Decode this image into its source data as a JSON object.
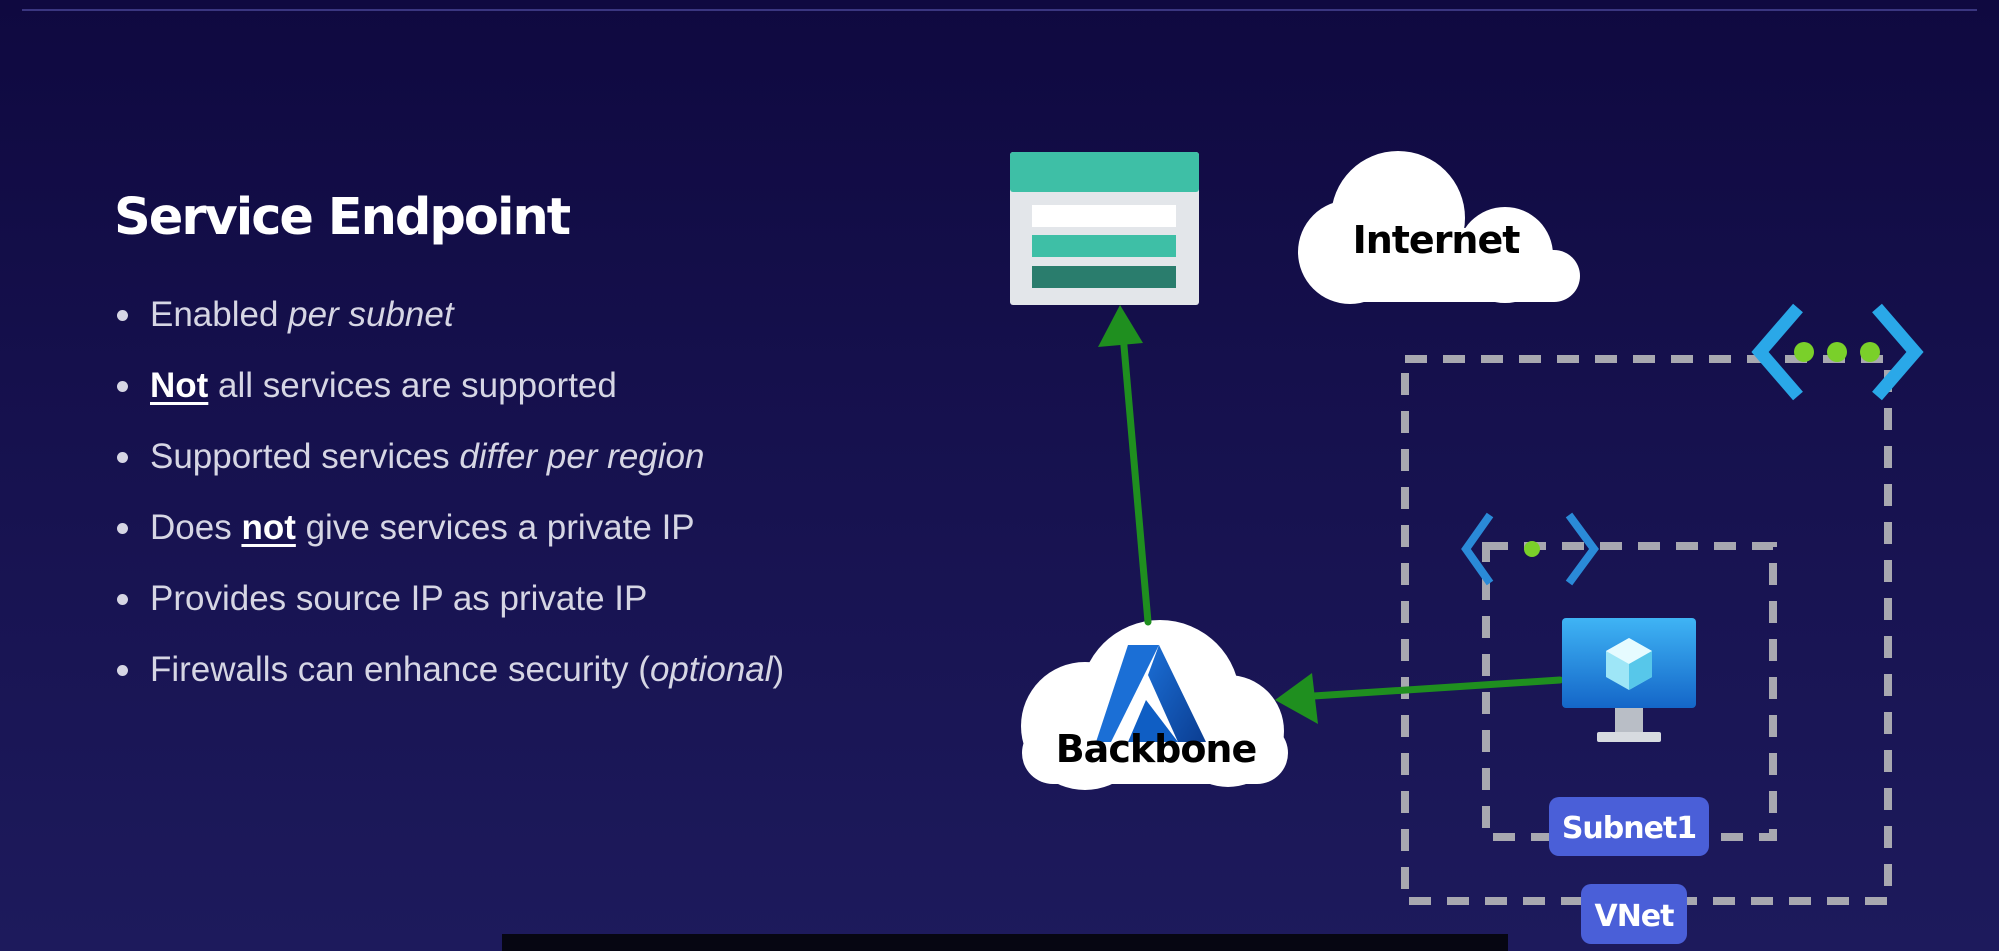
{
  "slide": {
    "title": "Service Endpoint",
    "bullets": [
      {
        "parts": [
          {
            "text": "Enabled ",
            "style": "normal"
          },
          {
            "text": "per subnet",
            "style": "italic"
          }
        ]
      },
      {
        "parts": [
          {
            "text": "Not",
            "style": "underline"
          },
          {
            "text": " all services are supported",
            "style": "normal"
          }
        ]
      },
      {
        "parts": [
          {
            "text": "Supported services ",
            "style": "normal"
          },
          {
            "text": "differ per region",
            "style": "italic"
          }
        ]
      },
      {
        "parts": [
          {
            "text": "Does ",
            "style": "normal"
          },
          {
            "text": "not",
            "style": "underline"
          },
          {
            "text": " give services a private IP",
            "style": "normal"
          }
        ]
      },
      {
        "parts": [
          {
            "text": "Provides source IP as private IP",
            "style": "normal"
          }
        ]
      },
      {
        "parts": [
          {
            "text": "Firewalls can enhance security (",
            "style": "normal"
          },
          {
            "text": "optional",
            "style": "italic"
          },
          {
            "text": ")",
            "style": "normal"
          }
        ]
      }
    ]
  },
  "diagram": {
    "internet_label": "Internet",
    "backbone_label": "Backbone",
    "subnet_label": "Subnet1",
    "vnet_label": "VNet",
    "icons": [
      "storage-table-icon",
      "cloud-icon",
      "azure-logo-icon",
      "virtual-machine-icon",
      "vnet-peering-icon",
      "subnet-icon"
    ],
    "colors": {
      "arrow": "#1f8f1f",
      "dashed_border": "#a8a8b0",
      "label_badge": "#4a5fd8",
      "storage_teal": "#3ebfa6",
      "vm_blue": "#1e8fe0",
      "vnet_chevron": "#2aa8e8",
      "dots": "#7ad02a"
    }
  }
}
